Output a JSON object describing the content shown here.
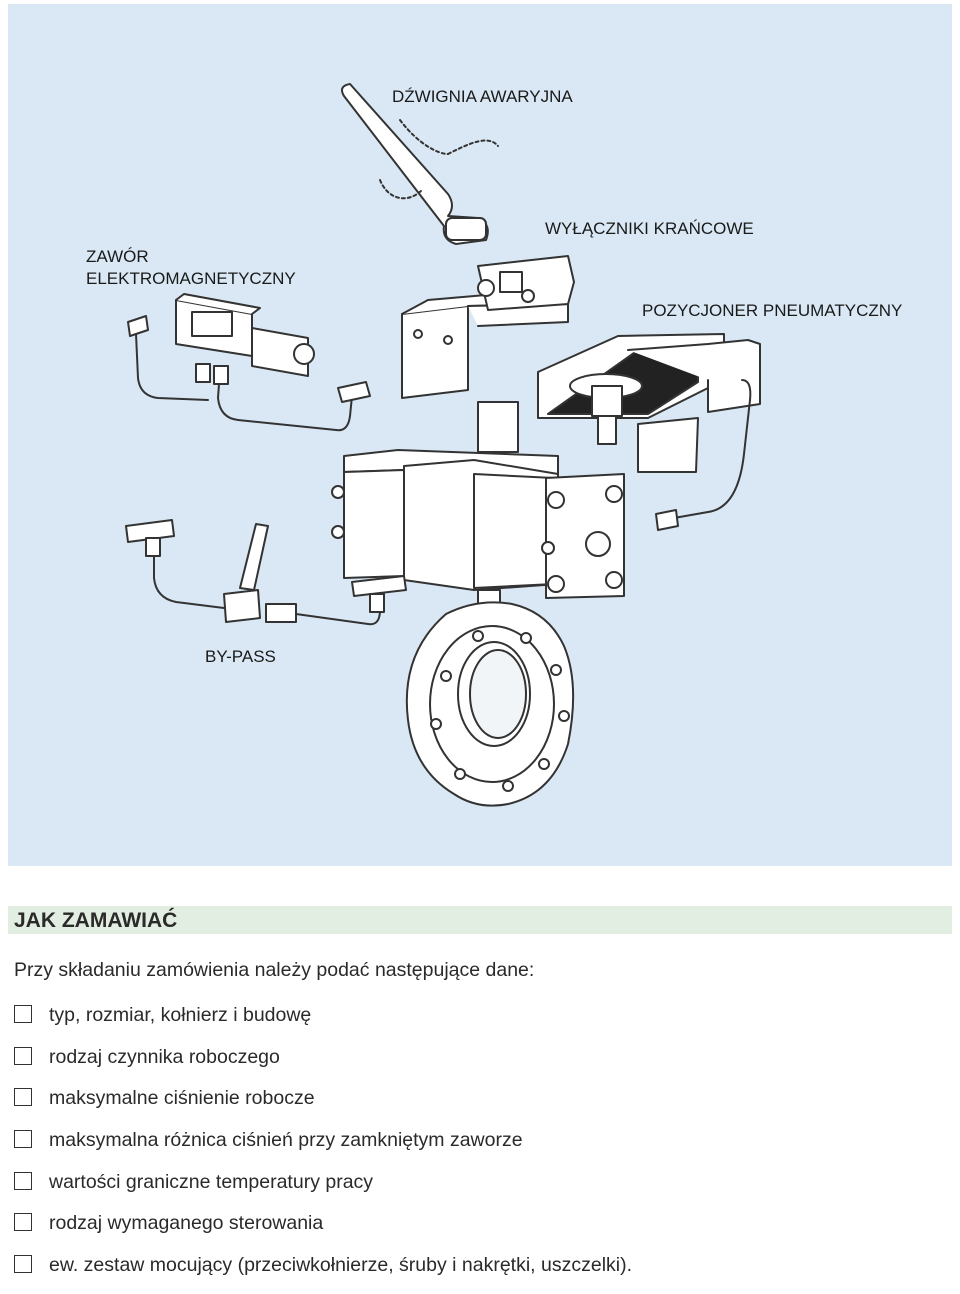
{
  "figure": {
    "labels": {
      "emergency_lever": "DŹWIGNIA AWARYJNA",
      "solenoid_valve_line1": "ZAWÓR",
      "solenoid_valve_line2": "ELEKTROMAGNETYCZNY",
      "limit_switches": "WYŁĄCZNIKI KRAŃCOWE",
      "pneumatic_positioner": "POZYCJONER PNEUMATYCZNY",
      "bypass": "BY-PASS"
    },
    "colors": {
      "background": "#d9e8f4",
      "line": "#333333"
    }
  },
  "order_section": {
    "title": "JAK ZAMAWIAĆ",
    "intro": "Przy składaniu zamówienia należy podać następujące dane:",
    "items": [
      "typ, rozmiar, kołnierz i budowę",
      "rodzaj czynnika roboczego",
      "maksymalne ciśnienie robocze",
      "maksymalna różnica ciśnień przy zamkniętym zaworze",
      "wartości graniczne temperatury pracy",
      "rodzaj wymaganego sterowania",
      "ew. zestaw mocujący (przeciwkołnierze, śruby i nakrętki, uszczelki)."
    ],
    "colors": {
      "title_bar": "#e3eee2"
    }
  }
}
